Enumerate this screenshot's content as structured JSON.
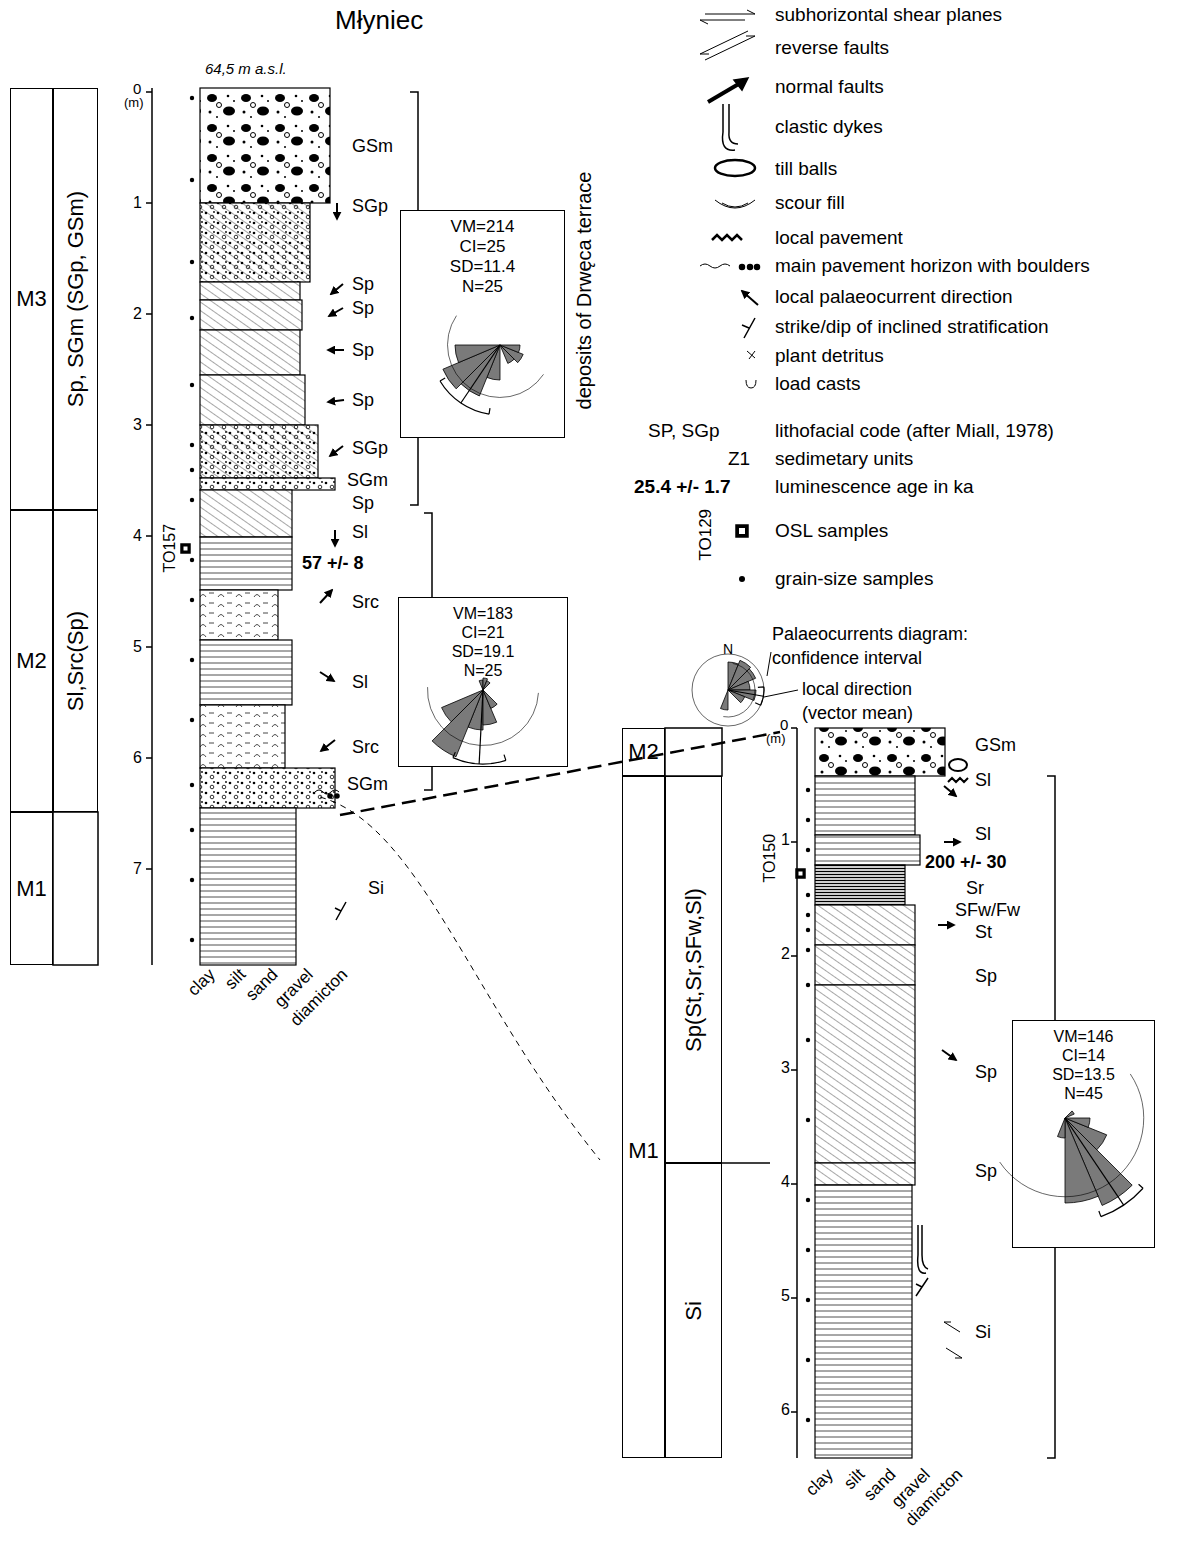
{
  "diagram": {
    "title": "Młyniec",
    "nodes": [
      {
        "text": [
          "M3"
        ]
      },
      {
        "text": [
          "Sp, SGm (SGp, GSm)"
        ]
      },
      {
        "text": [
          "M2"
        ]
      },
      {
        "text": [
          "Sl,Src(Sp)"
        ]
      },
      {
        "text": [
          "M1"
        ]
      },
      {
        "text": [
          "VM=214",
          "CI=25",
          "SD=11.4",
          "N=25"
        ]
      },
      {
        "text": [
          "VM=183",
          "CI=21",
          "SD=19.1",
          "N=25"
        ]
      },
      {
        "text": [
          "M2"
        ]
      },
      {
        "text": [
          "M1"
        ]
      },
      {
        "text": [
          "Sp(St,Sr,SFw,Sl)"
        ]
      },
      {
        "text": [
          "Si"
        ]
      },
      {
        "text": [
          "VM=146",
          "CI=14",
          "SD=13.5",
          "N=45"
        ]
      }
    ],
    "labels": [
      "64,5 m a.s.l.",
      "0",
      "(m)",
      "1",
      "2",
      "3",
      "4",
      "5",
      "6",
      "7",
      "GSm",
      "SGp",
      "Sp",
      "Sp",
      "Sp",
      "Sp",
      "SGp",
      "SGm",
      "Sp",
      "Sl",
      "57 +/- 8",
      "Src",
      "Sl",
      "Src",
      "SGm",
      "Si",
      "TO157",
      "clay",
      "silt",
      "sand",
      "gravel",
      "diamicton",
      "deposits of Drwęca terrace",
      "SP, SGp",
      "Z1",
      "25.4 +/- 1.7",
      "TO129",
      "N",
      "0",
      "(m)",
      "1",
      "2",
      "3",
      "4",
      "5",
      "6",
      "GSm",
      "Sl",
      "Sl",
      "200 +/- 30",
      "Sr",
      "SFw/Fw",
      "St",
      "Sp",
      "Sp",
      "Sp",
      "Si",
      "TO150",
      "clay",
      "silt",
      "sand",
      "gravel",
      "diamicton"
    ],
    "legend": [
      {
        "text": "subhorizontal shear planes"
      },
      {
        "text": "reverse faults"
      },
      {
        "text": "normal faults"
      },
      {
        "text": "clastic dykes"
      },
      {
        "text": "till balls"
      },
      {
        "text": "scour fill"
      },
      {
        "text": "local pavement"
      },
      {
        "text": "main pavement horizon with boulders"
      },
      {
        "text": "local palaeocurrent direction"
      },
      {
        "text": "strike/dip of inclined stratification"
      },
      {
        "text": "plant detritus"
      },
      {
        "text": "load casts"
      },
      {
        "text": "lithofacial code (after Miall, 1978)"
      },
      {
        "text": "sedimetary units"
      },
      {
        "text": "luminescence age in ka"
      },
      {
        "text": "OSL samples"
      },
      {
        "text": "grain-size samples"
      },
      {
        "text": "Palaeocurrents diagram: confidence interval"
      },
      {
        "text": "local direction (vector mean)"
      }
    ]
  }
}
